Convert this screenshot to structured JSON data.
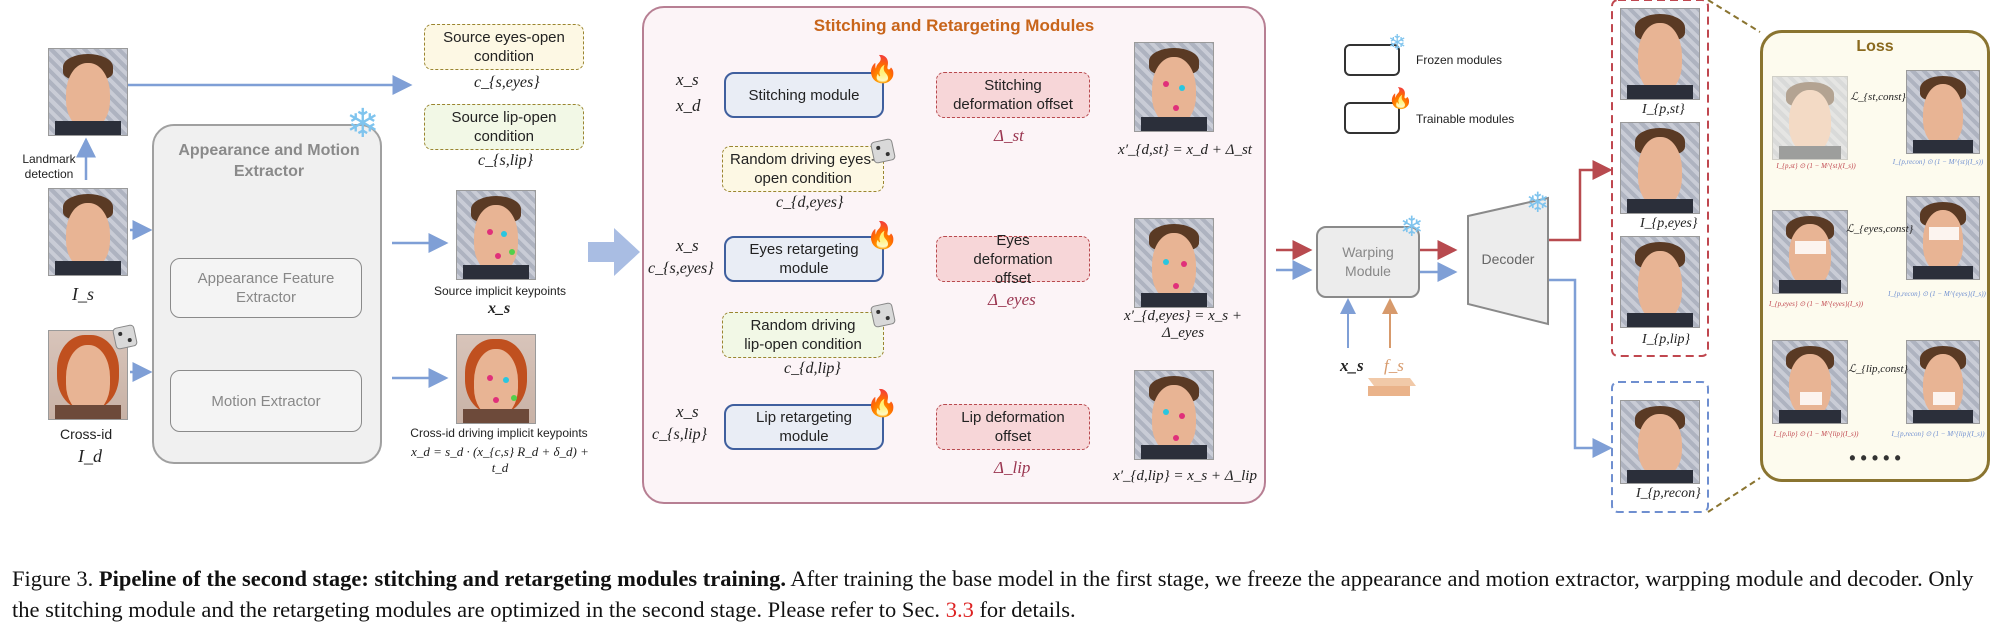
{
  "figure": {
    "modules_panel_title": "Stitching and Retargeting Modules",
    "loss_title": "Loss",
    "extractor": {
      "title": "Appearance and Motion Extractor",
      "appearance": "Appearance Feature Extractor",
      "motion": "Motion Extractor"
    },
    "left": {
      "landmark": "Landmark detection",
      "I_s": "I_s",
      "I_d": "I_d",
      "cross_id": "Cross-id"
    },
    "conditions": {
      "src_eyes": "Source eyes-open condition",
      "src_eyes_sym": "c_{s,eyes}",
      "src_lip": "Source lip-open condition",
      "src_lip_sym": "c_{s,lip}",
      "src_kp_label": "Source implicit keypoints",
      "src_kp_sym": "x_s",
      "drv_kp_label": "Cross-id driving implicit keypoints",
      "drv_kp_eq": "x_d = s_d · (x_{c,s} R_d + δ_d) + t_d"
    },
    "stitching": {
      "in1": "x_s",
      "in2": "x_d",
      "module": "Stitching module",
      "offset": "Stitching deformation offset",
      "offset_sym": "Δ_st",
      "result": "x′_{d,st} = x_d + Δ_st"
    },
    "eyes": {
      "cond": "Random driving eyes-open condition",
      "cond_sym": "c_{d,eyes}",
      "in1": "x_s",
      "in2": "c_{s,eyes}",
      "module": "Eyes retargeting module",
      "offset": "Eyes deformation offset",
      "offset_sym": "Δ_eyes",
      "result": "x′_{d,eyes} = x_s + Δ_eyes"
    },
    "lip": {
      "cond": "Random driving lip-open condition",
      "cond_sym": "c_{d,lip}",
      "in1": "x_s",
      "in2": "c_{s,lip}",
      "module": "Lip retargeting module",
      "offset": "Lip deformation offset",
      "offset_sym": "Δ_lip",
      "result": "x′_{d,lip} = x_s + Δ_lip"
    },
    "legend": {
      "frozen": "Frozen modules",
      "trainable": "Trainable modules"
    },
    "warping": "Warping Module",
    "decoder": "Decoder",
    "warp_in1": "x_s",
    "warp_in2": "f_s",
    "outputs": {
      "st": "I_{p,st}",
      "eyes": "I_{p,eyes}",
      "lip": "I_{p,lip}",
      "recon": "I_{p,recon}"
    },
    "loss": {
      "st_const": "ℒ_{st,const}",
      "eyes_const": "ℒ_{eyes,const}",
      "lip_const": "ℒ_{lip,const}",
      "row1_left": "I_{p,st} ⊙ (1 − M^{st}(I_s))",
      "row1_right": "I_{p,recon} ⊙ (1 − M^{st}(I_s))",
      "row2_left": "I_{p,eyes} ⊙ (1 − M^{eyes}(I_s))",
      "row2_right": "I_{p,recon} ⊙ (1 − M^{eyes}(I_s))",
      "row3_left": "I_{p,lip} ⊙ (1 − M^{lip}(I_s))",
      "row3_right": "I_{p,recon} ⊙ (1 − M^{lip}(I_s))",
      "more": "• • • • •"
    }
  },
  "caption": {
    "prefix": "Figure 3.",
    "bold": "Pipeline of the second stage: stitching and retargeting modules training.",
    "text": "After training the base model in the first stage, we freeze the appearance and motion extractor, warpping module and decoder. Only the stitching module and the retargeting modules are optimized in the second stage. Please refer to Sec.",
    "ref": "3.3",
    "suffix": "for details."
  },
  "colors": {
    "blue_arrow": "#7f9fd6",
    "red_arrow": "#b84a4f",
    "module_blue": "#3f5f9e",
    "offset_red": "#b84a4f",
    "panel_border": "#b77f93",
    "panel_title": "#c8651b",
    "loss_border": "#8a7430",
    "cond_border": "#9a8530"
  }
}
